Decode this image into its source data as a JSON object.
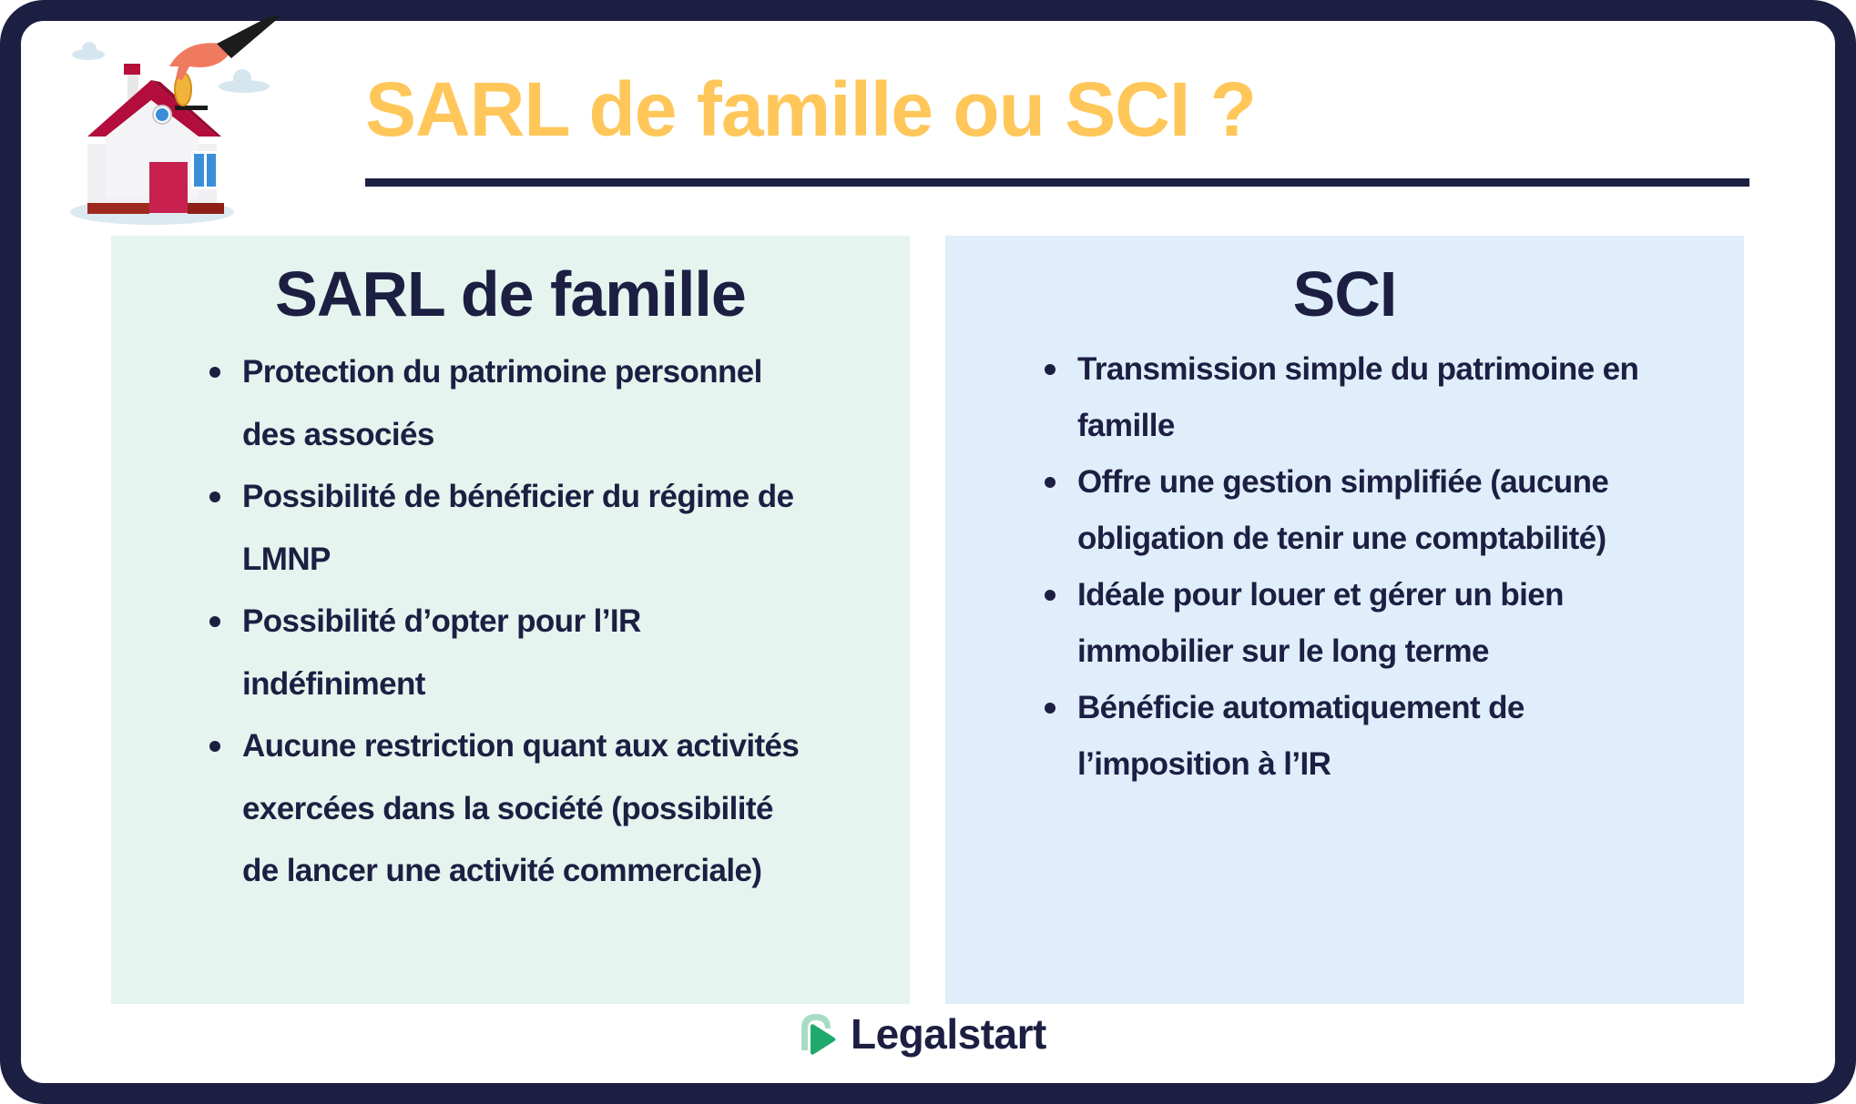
{
  "header": {
    "title": "SARL de famille ou SCI ?",
    "title_color": "#ffc659",
    "illustration": "house-piggy-bank-illustration"
  },
  "columns": [
    {
      "heading": "SARL de famille",
      "background": "#e5f4ef",
      "items": [
        "Protection du patrimoine personnel des associés",
        "Possibilité de bénéficier du régime de LMNP",
        "Possibilité d’opter pour l’IR indéfiniment",
        "Aucune restriction quant aux activités exercées dans la société (possibilité de lancer une activité commerciale)"
      ]
    },
    {
      "heading": "SCI",
      "background": "#e0eefb",
      "items": [
        "Transmission simple du patrimoine en famille",
        "Offre une gestion simplifiée (aucune obligation de tenir une comptabilité)",
        "Idéale pour louer et gérer un bien immobilier sur le long terme",
        "Bénéficie automatiquement de l’imposition à l’IR"
      ]
    }
  ],
  "footer": {
    "brand": "Legalstart",
    "brand_icon": "legalstart-play-logo-icon"
  },
  "colors": {
    "frame": "#1c1f42",
    "text": "#1c1f42",
    "accent": "#ffc659",
    "logo_green": "#1faa6d",
    "logo_light_green": "#a6dcc5"
  }
}
